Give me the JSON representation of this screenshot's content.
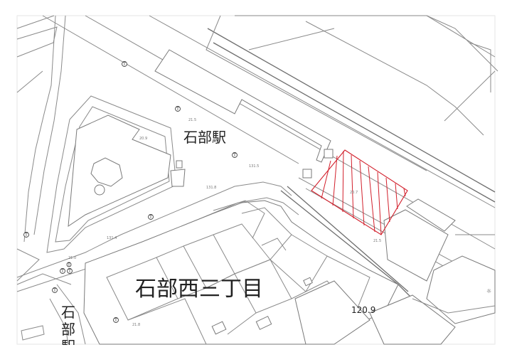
{
  "labels": {
    "station": "石部駅",
    "district": "石部西三丁目",
    "side_vertical": [
      "石",
      "部",
      "駅"
    ],
    "elevation_main": "120.9"
  },
  "tiny_labels": [
    "21.5",
    "20.9",
    "131.5",
    "131.8",
    "131.4",
    "21.0",
    "21.8",
    "20.7",
    "21.5"
  ],
  "symbol_glyph": "T",
  "colors": {
    "linework": "#8a8a8a",
    "highlight": "#d21f2b",
    "text": "#222222"
  }
}
